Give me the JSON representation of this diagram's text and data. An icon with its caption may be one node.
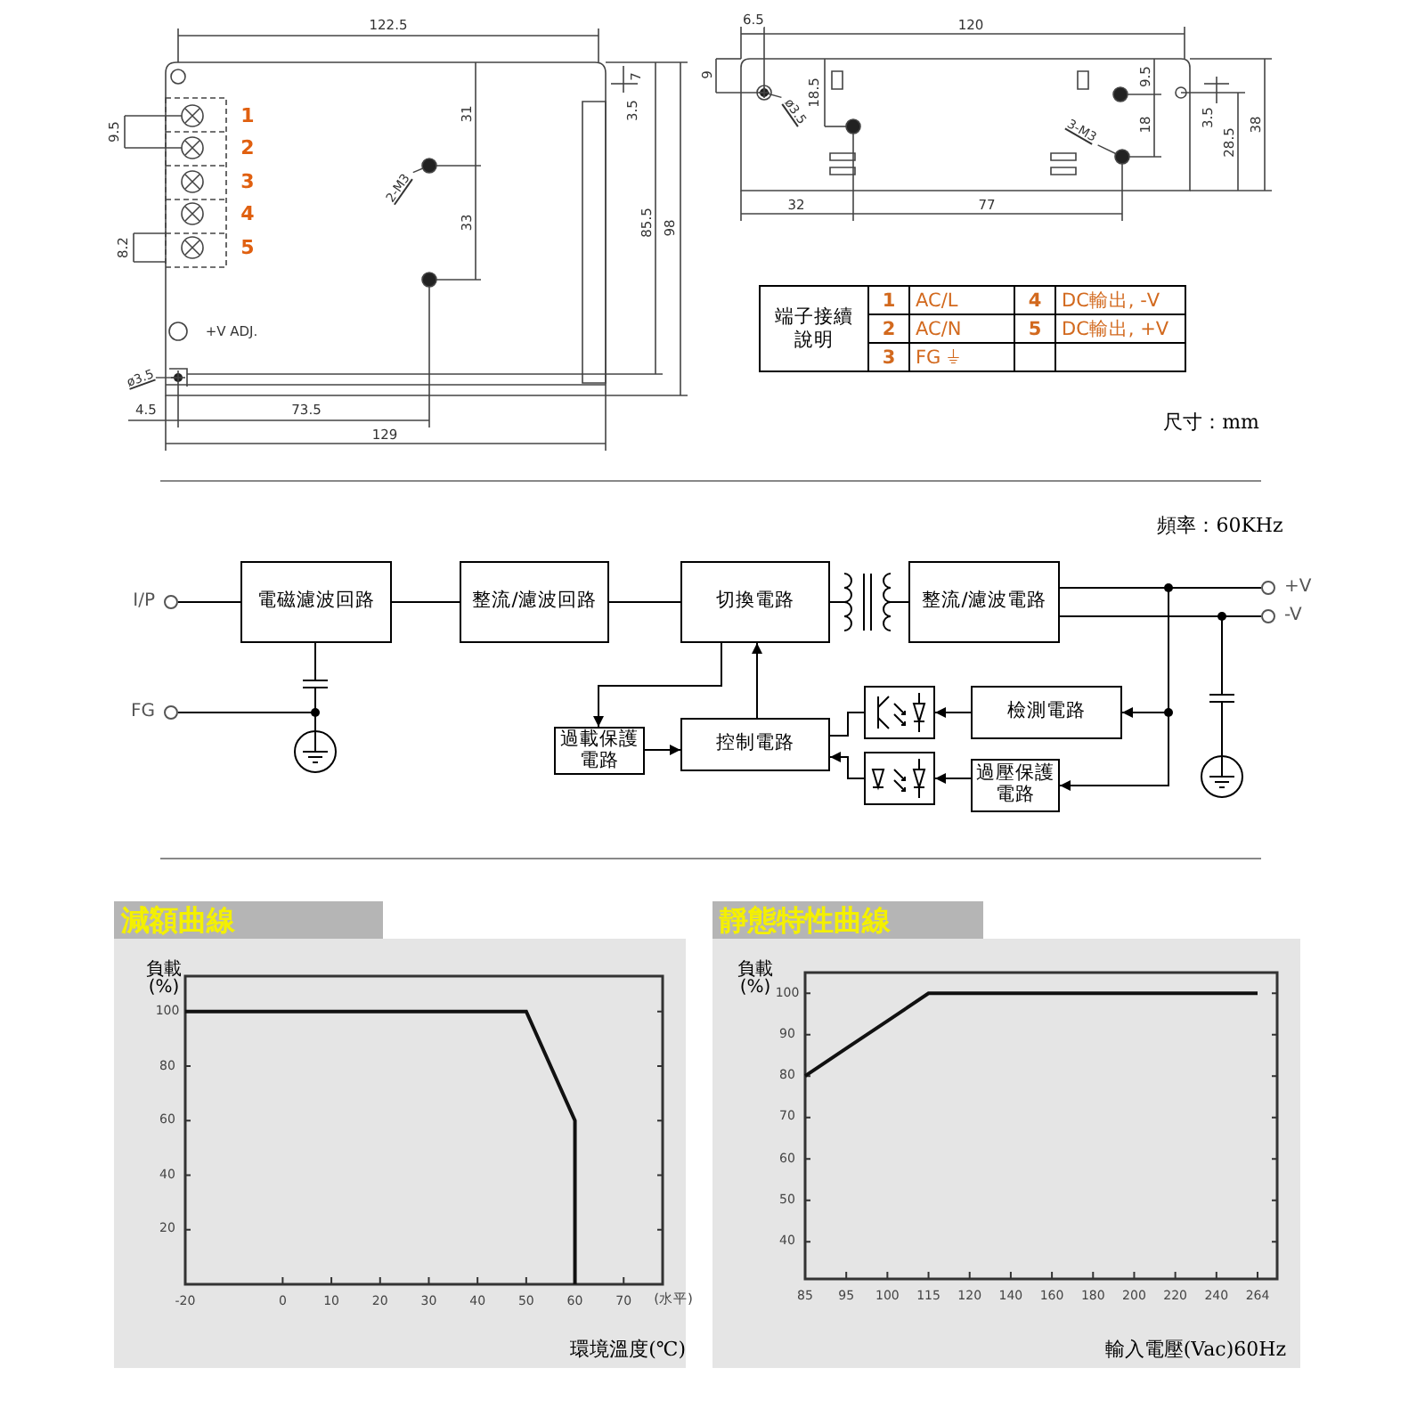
{
  "diagram": {
    "nodes": [
      {
        "text": [
          "2-M3"
        ]
      },
      {
        "text": [
          "ø3.5"
        ]
      },
      {
        "text": [
          "ø3.5"
        ]
      },
      {
        "text": [
          "3-M3"
        ]
      },
      {
        "text": [
          "I/P"
        ]
      },
      {
        "text": [
          "電磁濾波回路"
        ]
      },
      {
        "text": [
          "整流/濾波回路"
        ]
      },
      {
        "text": [
          "切換電路"
        ]
      },
      {
        "text": [],
        "shape": "picture"
      },
      {
        "text": [
          "整流/濾波電路"
        ]
      },
      {
        "text": [
          "+V"
        ]
      },
      {
        "text": [
          "-V"
        ]
      },
      {
        "text": [],
        "shape": "picture"
      },
      {
        "text": [
          "FG"
        ]
      },
      {
        "text": [],
        "shape": "picture"
      },
      {
        "text": [
          "過載保護電路"
        ]
      },
      {
        "text": [
          "控制電路"
        ]
      },
      {
        "text": [],
        "shape": "picture"
      },
      {
        "text": [
          "檢測電路"
        ]
      },
      {
        "text": [],
        "shape": "picture"
      },
      {
        "text": [],
        "shape": "picture"
      },
      {
        "text": [
          "過壓保護電路"
        ]
      },
      {
        "text": [],
        "shape": "picture"
      }
    ],
    "edges": [
      {
        "from": 0,
        "to": null,
        "arrow": "other"
      },
      {
        "from": 1,
        "to": null,
        "arrow": "other"
      },
      {
        "from": 2,
        "to": null,
        "arrow": "other"
      },
      {
        "from": 3,
        "to": null,
        "arrow": "other"
      },
      {
        "from": 4,
        "to": 5,
        "arrow": "none"
      },
      {
        "from": 5,
        "to": 6,
        "arrow": "none"
      },
      {
        "from": 6,
        "to": 7,
        "arrow": "none"
      },
      {
        "from": 7,
        "to": 8,
        "arrow": "none"
      },
      {
        "from": 8,
        "to": 9,
        "arrow": "none"
      },
      {
        "from": 9,
        "to": 10,
        "arrow": "none"
      },
      {
        "from": 9,
        "to": 11,
        "arrow": "none"
      },
      {
        "from": 5,
        "to": 12,
        "arrow": "none"
      },
      {
        "from": 12,
        "to": 14,
        "arrow": "none"
      },
      {
        "from": 13,
        "to": 14,
        "arrow": "none"
      },
      {
        "from": 7,
        "to": 15,
        "arrow": "to"
      },
      {
        "from": 15,
        "to": 16,
        "arrow": "to"
      },
      {
        "from": 16,
        "to": 7,
        "arrow": "to"
      },
      {
        "from": 16,
        "to": 17,
        "arrow": "none"
      },
      {
        "from": 20,
        "to": 16,
        "arrow": "to"
      },
      {
        "from": 18,
        "to": 17,
        "arrow": "to"
      },
      {
        "from": 21,
        "to": 20,
        "arrow": "to"
      },
      {
        "from": 9,
        "to": 18,
        "arrow": "to"
      },
      {
        "from": 9,
        "to": 21,
        "arrow": "to"
      },
      {
        "from": 9,
        "to": 19,
        "arrow": "none"
      },
      {
        "from": 19,
        "to": 22,
        "arrow": "none"
      }
    ],
    "labels": [
      "122.5",
      "7",
      "9.5",
      "1",
      "31",
      "3.5",
      "2",
      "3",
      "4",
      "33",
      "85.5",
      "98",
      "8.2",
      "5",
      "+V ADJ.",
      "4.5",
      "73.5",
      "129",
      "6.5",
      "120",
      "9",
      "18.5",
      "9.5",
      "18",
      "3.5",
      "28.5",
      "38",
      "32",
      "77",
      "端子接續說明",
      "1",
      "AC/L",
      "4",
      "DC輸出, -V",
      "2",
      "AC/N",
      "5",
      "DC輸出, +V",
      "3",
      "FG ⏚",
      "尺寸：mm",
      "頻率：60KHz",
      "(水平)"
    ],
    "chart_data": [
      {
        "type": "line",
        "title": "減額曲線",
        "xlabel": "環境溫度(℃)",
        "ylabel": "負載 (%)",
        "x": [
          -20,
          50,
          60,
          60
        ],
        "series": [
          {
            "values": [
              100,
              100,
              60,
              0
            ]
          }
        ],
        "xlim": [
          -20,
          78
        ],
        "ylim": [
          0,
          113
        ],
        "xticks": [
          -20,
          0,
          10,
          20,
          30,
          40,
          50,
          60,
          70
        ],
        "yticks": [
          20,
          40,
          60,
          80,
          100
        ]
      },
      {
        "type": "line",
        "title": "靜態特性曲線",
        "xlabel": "輸入電壓(Vac)60Hz",
        "ylabel": "負載 (%)",
        "categories": [
          "85",
          "95",
          "100",
          "115",
          "120",
          "140",
          "160",
          "180",
          "200",
          "220",
          "240",
          "264"
        ],
        "series": [
          {
            "values": [
              80,
              86.7,
              93.3,
              100,
              100,
              100,
              100,
              100,
              100,
              100,
              100,
              100
            ]
          }
        ],
        "ylim": [
          31,
          105
        ],
        "yticks": [
          40,
          50,
          60,
          70,
          80,
          90,
          100
        ]
      }
    ]
  }
}
